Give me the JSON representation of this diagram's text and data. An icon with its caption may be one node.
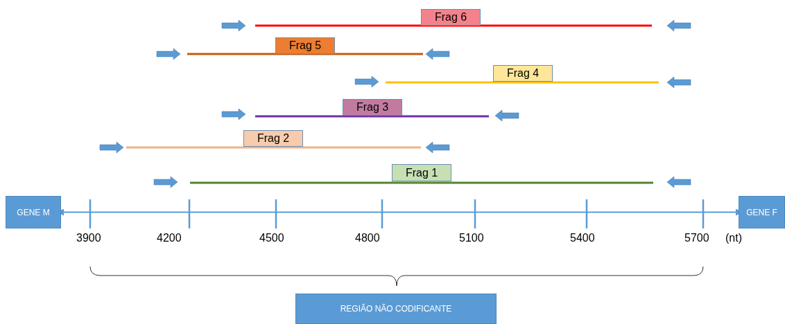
{
  "diagram": {
    "nodes": [
      {
        "text": [
          "Frag 6"
        ]
      },
      {
        "text": [
          "Frag 5"
        ]
      },
      {
        "text": [
          "Frag 4"
        ]
      },
      {
        "text": [
          "Frag 3"
        ]
      },
      {
        "text": [
          "Frag 2"
        ]
      },
      {
        "text": [
          "Frag 1"
        ]
      },
      {
        "text": [
          "GENE M"
        ]
      },
      {
        "text": [
          "GENE F"
        ]
      },
      {
        "text": [
          "REGIÃO NÃO CODIFICANTE"
        ]
      }
    ],
    "edges": [
      {
        "from": 6,
        "to": 7,
        "arrow": "both"
      }
    ],
    "labels": [
      "3900",
      "4200",
      "4500",
      "4800",
      "5100",
      "5400",
      "5700",
      "(nt)"
    ]
  }
}
